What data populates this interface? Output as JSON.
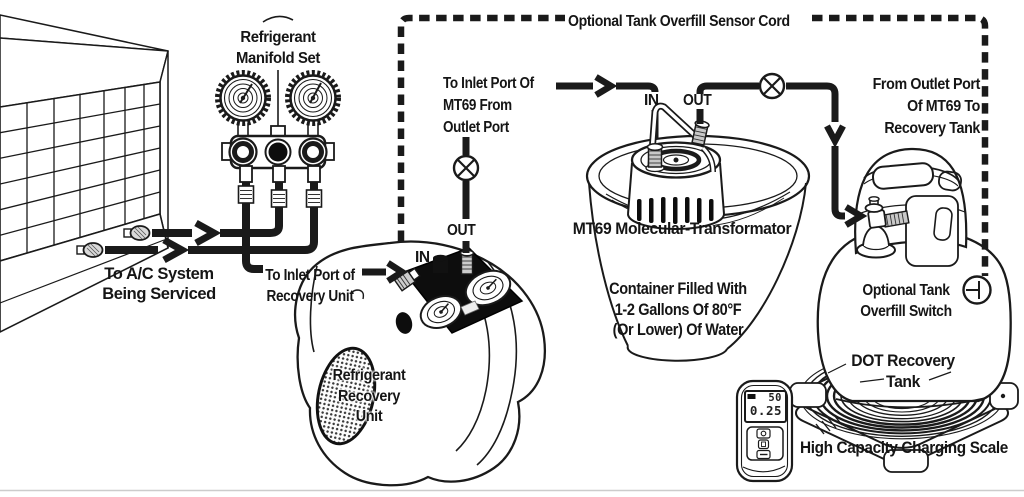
{
  "diagram_labels": {
    "manifold_set": "Refrigerant\nManifold Set",
    "sensor_cord": "Optional Tank Overfill Sensor Cord",
    "mt69_inlet": "To Inlet Port Of\nMT69 From\nOutlet Port",
    "mt69_in": "IN",
    "mt69_out": "OUT",
    "outlet_to_tank": "From Outlet Port\nOf MT69 To\nRecovery Tank",
    "ac_system": "To A/C System\nBeing Serviced",
    "recovery_inlet": "To Inlet Port of\nRecovery Unit",
    "recovery_out": "OUT",
    "recovery_in": "IN",
    "recovery_unit": "Refrigerant\nRecovery\nUnit",
    "mt69_name": "MT69 Molecular-Transformator",
    "container": "Container Filled With\n1-2 Gallons Of 80°F\n(Or Lower) Of Water",
    "overfill_switch": "Optional Tank\nOverfill Switch",
    "dot_tank": "DOT Recovery\nTank",
    "charging_scale": "High Capacity Charging Scale"
  },
  "scale_remote": {
    "display_upper": "50",
    "display_lower": "0.25"
  },
  "colors": {
    "line": "#1a1a1a",
    "background": "#ffffff",
    "panel": "#0d0d0d"
  }
}
